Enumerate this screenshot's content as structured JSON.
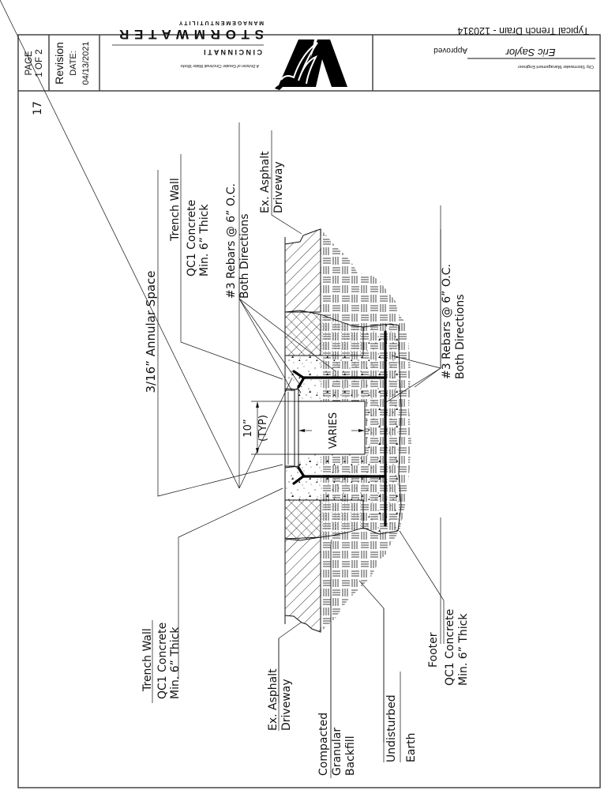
{
  "header": {
    "page_label": "PAGE",
    "page_of": "1 OF 2",
    "revision_label": "Revision",
    "date_label": "DATE:",
    "date_value": "04/13/2021",
    "org_top_line": "M A N A G E M E N T   U T I L I T Y",
    "org_name": "S T O R M W A T E R",
    "org_city": "C I N C I N N A T I",
    "org_division": "A Division of Greater Cincinnati Water Works",
    "approved_label": "Approved",
    "signature_text": "Eric Saylor",
    "approver_title": "City Stormwater Management Engineer",
    "drawing_title": "Typical Trench Drain - 120314"
  },
  "sheet_number": "17",
  "callouts": {
    "annular_space": "3/16”  Annular  Space",
    "trench_wall_top": {
      "title": "Trench  Wall",
      "line1": "QC1  Concrete",
      "line2": "Min.  6”  Thick"
    },
    "rebars_top": {
      "line1": "#3  Rebars  @  6”  O.C.",
      "line2": "Both  Directions"
    },
    "asphalt_top": {
      "line1": "Ex.  Asphalt",
      "line2": "Driveway"
    },
    "rebars_bottom": {
      "line1": "#3  Rebars  @  6”  O.C.",
      "line2": "Both  Directions"
    },
    "trench_wall_bottom": {
      "title": "Trench  Wall",
      "line1": "QC1  Concrete",
      "line2": "Min.  6”  Thick"
    },
    "asphalt_bottom": {
      "line1": "Ex.  Asphalt",
      "line2": "Driveway"
    },
    "backfill": {
      "line1": "Compacted",
      "line2": "Granular",
      "line3": "Backfill"
    },
    "earth": {
      "line1": "Undisturbed",
      "line2": "Earth"
    },
    "footer": {
      "title": "Footer",
      "line1": "QC1  Concrete",
      "line2": "Min.  6”  Thick"
    }
  },
  "dimensions": {
    "grate_width": "10”",
    "grate_note": "(TYP)",
    "channel_depth": "VARIES"
  },
  "colors": {
    "ink": "#111111",
    "frame": "#444444",
    "background": "#ffffff"
  }
}
